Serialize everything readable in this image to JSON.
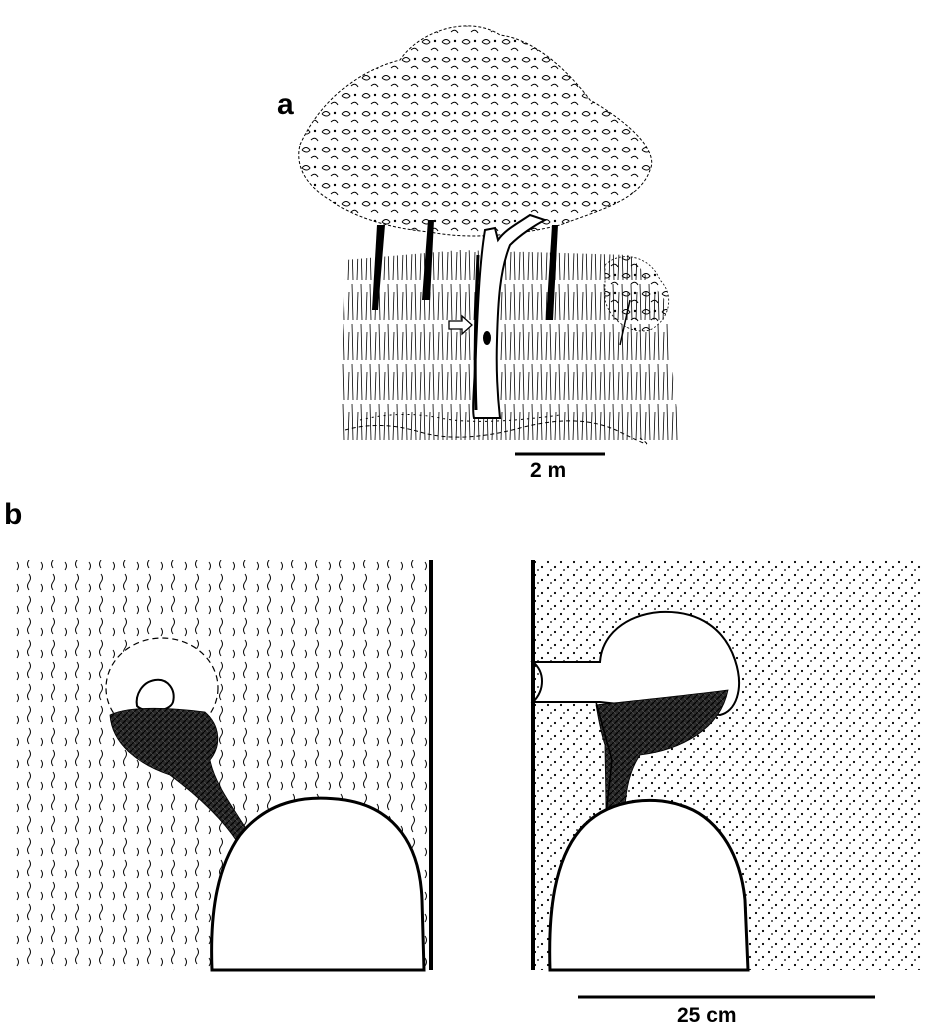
{
  "figure": {
    "panel_a": {
      "label": "a",
      "scale_label": "2 m"
    },
    "panel_b": {
      "label": "b",
      "scale_label": "25 cm"
    },
    "colors": {
      "ink": "#000000",
      "paper": "#ffffff"
    }
  }
}
